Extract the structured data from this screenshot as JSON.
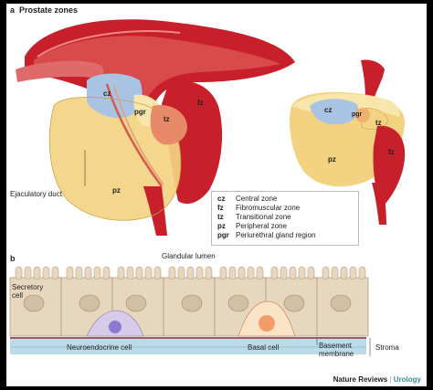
{
  "panel_a": {
    "letter": "a",
    "title": "Prostate zones",
    "zones": {
      "cz": "cz",
      "pgr": "pgr",
      "tz": "tz",
      "fz": "fz",
      "pz": "pz"
    },
    "ejaculatory_duct": "Ejaculatory duct",
    "legend": [
      {
        "code": "cz",
        "label": "Central zone"
      },
      {
        "code": "fz",
        "label": "Fibromuscular zone"
      },
      {
        "code": "tz",
        "label": "Transitional zone"
      },
      {
        "code": "pz",
        "label": "Peripheral zone"
      },
      {
        "code": "pgr",
        "label": "Periurethral gland region"
      }
    ]
  },
  "panel_b": {
    "letter": "b",
    "glandular_lumen": "Glandular lumen",
    "secretory_cell_1": "Secretory",
    "secretory_cell_2": "cell",
    "neuroendocrine_cell": "Neuroendocrine cell",
    "basal_cell": "Basal cell",
    "basement_membrane_1": "Basement",
    "basement_membrane_2": "membrane",
    "stroma": "Stroma"
  },
  "credit": {
    "publisher": "Nature Reviews",
    "separator": "|",
    "journal": "Urology"
  },
  "colors": {
    "red": "#c8202a",
    "dark_red": "#9e1b22",
    "pink": "#e06a6a",
    "yellow": "#f3d382",
    "pale_yellow": "#f8e6ad",
    "blue": "#a9c4e3",
    "tan": "#e7d7bf",
    "tan_dark": "#b59e80",
    "stroma_blue": "#bcdbe8"
  }
}
